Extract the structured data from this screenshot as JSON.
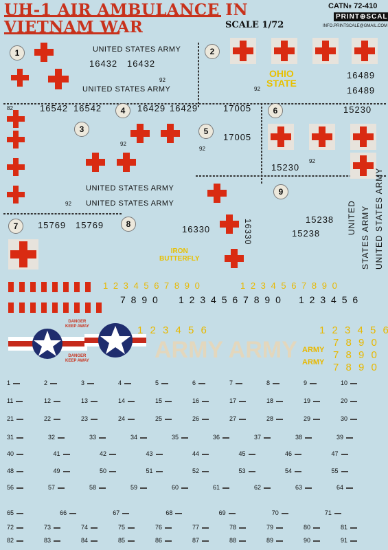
{
  "title": {
    "line1": "UH-1 AIR AMBULANCE IN",
    "line2": "VIETNAM WAR",
    "scale": "SCALE 1/72"
  },
  "catalog": {
    "cat": "CAT№ 72-410",
    "brand": "PRINT⊕SCALE",
    "email": "INFO.PRINTSCALE@GMAIL.COM"
  },
  "markings": {
    "one": "1",
    "two": "2",
    "three": "3",
    "four": "4",
    "five": "5",
    "six": "6",
    "seven": "7",
    "eight": "8",
    "nine": "9",
    "usa": "UNITED STATES ARMY",
    "n16432a": "16432",
    "n16432b": "16432",
    "n92": "92",
    "n16489": "16489",
    "ohio": "OHIO",
    "state": "STATE",
    "danger": "DANGER",
    "keep": "KEEP AWAY",
    "n16542a": "16542",
    "n16542b": "16542",
    "n82": "82",
    "n16429a": "16429",
    "n16429b": "16429",
    "n17005": "17005",
    "n15230": "15230",
    "n15769": "15769",
    "n16330": "16330",
    "iron": "IRON",
    "butterfly": "BUTTERFLY",
    "n15238": "15238",
    "united": "UNITED",
    "states_army": "STATES ARMY",
    "army": "ARMY",
    "armyarmy": "ARMY ARMY"
  },
  "digits": {
    "yellow_row1": "1 2 3 4 5 6 7 8 9 0",
    "black_row1": "1 2 3 4 5 6 7 8 9 0",
    "black_row2": "7 8 9 0",
    "black_row2b": "1 2 3 4 5 6",
    "yellow_row2": "1 2 3 4 5 6",
    "yellow_7890": "7 8 9 0"
  },
  "stencil_rows": [
    [
      "1",
      "2",
      "3",
      "4",
      "5",
      "6",
      "7",
      "8",
      "9",
      "10"
    ],
    [
      "11",
      "12",
      "13",
      "14",
      "15",
      "16",
      "17",
      "18",
      "19",
      "20"
    ],
    [
      "21",
      "22",
      "23",
      "24",
      "25",
      "26",
      "27",
      "28",
      "29",
      "30"
    ],
    [
      "31",
      "32",
      "33",
      "34",
      "35",
      "36",
      "37",
      "38",
      "39"
    ],
    [
      "40",
      "41",
      "42",
      "43",
      "44",
      "45",
      "46",
      "47"
    ],
    [
      "48",
      "49",
      "50",
      "51",
      "52",
      "53",
      "54",
      "55"
    ],
    [
      "56",
      "57",
      "58",
      "59",
      "60",
      "61",
      "62",
      "63",
      "64"
    ],
    [
      "65",
      "66",
      "67",
      "68",
      "69",
      "70",
      "71"
    ],
    [
      "72",
      "73",
      "74",
      "75",
      "76",
      "77",
      "78",
      "79",
      "80",
      "81"
    ],
    [
      "82",
      "83",
      "84",
      "85",
      "86",
      "87",
      "88",
      "89",
      "90",
      "91"
    ]
  ],
  "colors": {
    "red": "#d92b12",
    "background": "#c5dde6",
    "yellow": "#e8b800"
  }
}
